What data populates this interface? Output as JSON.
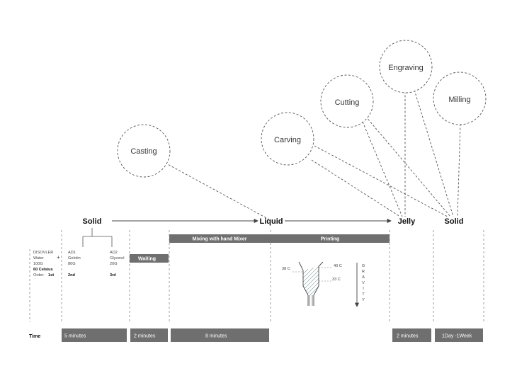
{
  "operations": [
    "Casting",
    "Carving",
    "Cutting",
    "Engraving",
    "Milling"
  ],
  "states": [
    "Solid",
    "Liquid",
    "Jelly",
    "Solid"
  ],
  "process_bars": {
    "mixing": "Mixing with hand Mixer",
    "printing": "Printing",
    "waiting": "Waiting"
  },
  "ingredients": {
    "dissolver": {
      "lines": [
        "DISOVLER",
        "Water",
        "100G"
      ],
      "temperature": "60 Celsius",
      "order_label": "Order:",
      "order_value": "1st"
    },
    "plus": "+",
    "ad1": {
      "lines": [
        "AD1",
        "Gelotin",
        "80G"
      ],
      "order": "2nd"
    },
    "ad2": {
      "lines": [
        "AD2",
        "Glycerol",
        "20G"
      ],
      "order": "3rd"
    }
  },
  "printer": {
    "temps": [
      "38 C",
      "40 C",
      "33 C"
    ],
    "gravity_letters": [
      "G",
      "R",
      "A",
      "V",
      "I",
      "T",
      "Y"
    ]
  },
  "time": {
    "label": "Time",
    "durations": [
      "5 minutes",
      "2 minutes",
      "8 minutes",
      "2 minutes",
      "1Day -1Week"
    ]
  },
  "colors": {
    "bar": "#6f6f6f",
    "line": "#555555"
  }
}
